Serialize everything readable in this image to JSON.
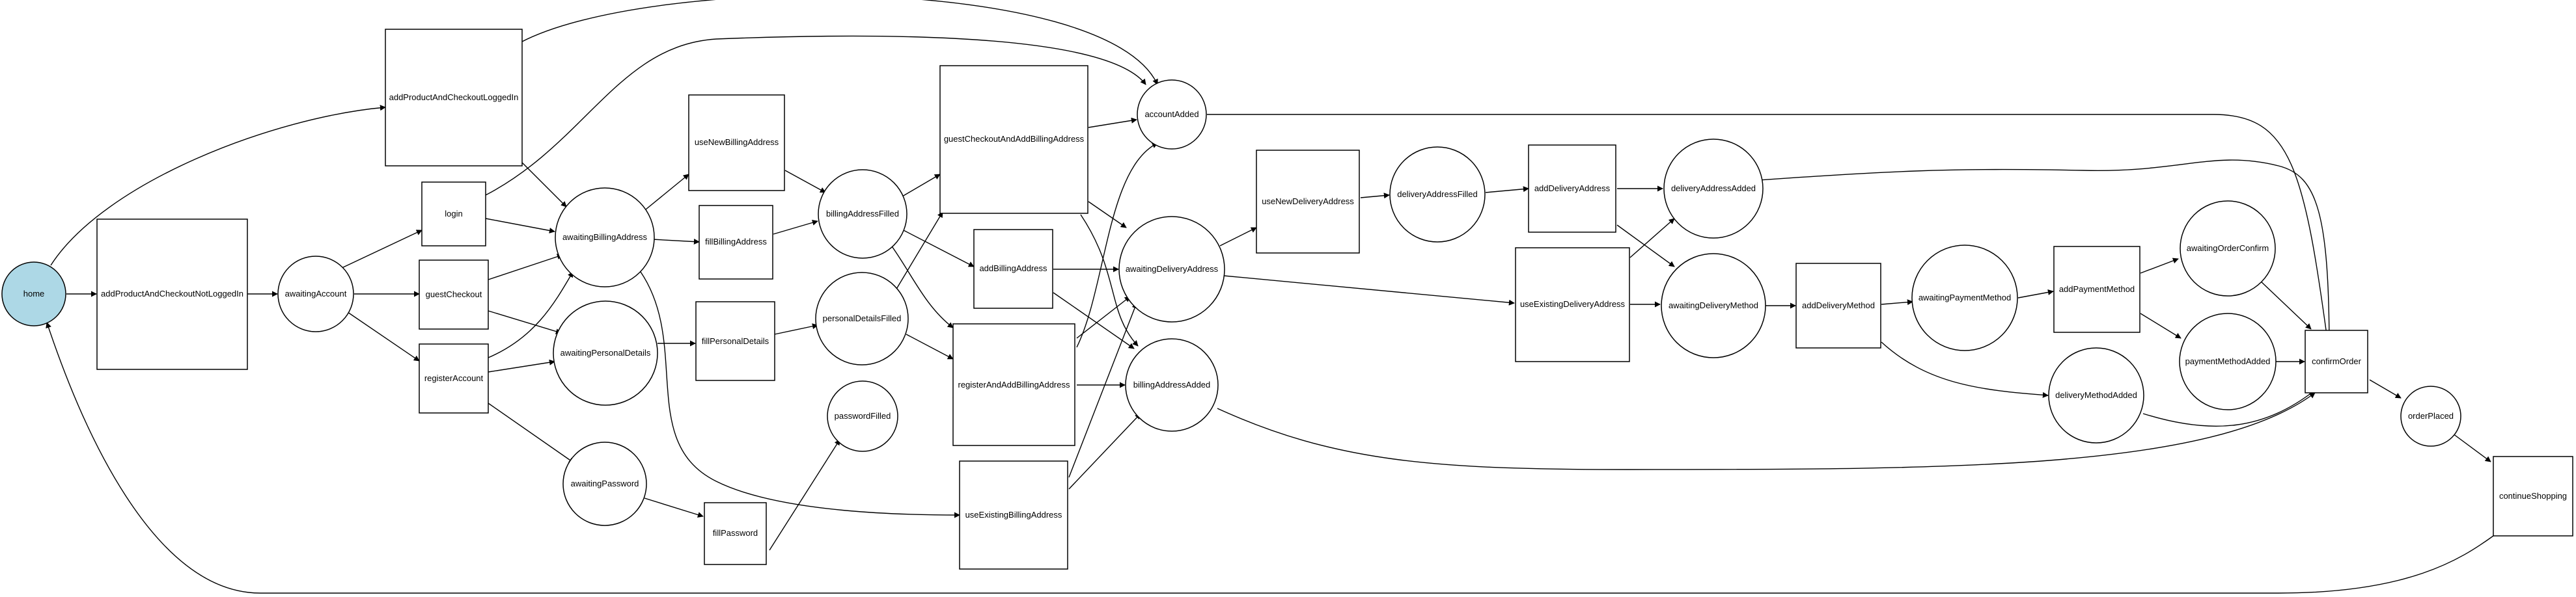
{
  "diagram": {
    "nodes": {
      "home": "home",
      "addProductAndCheckoutNotLoggedIn": "addProductAndCheckoutNotLoggedIn",
      "addProductAndCheckoutLoggedIn": "addProductAndCheckoutLoggedIn",
      "awaitingAccount": "awaitingAccount",
      "login": "login",
      "guestCheckout": "guestCheckout",
      "registerAccount": "registerAccount",
      "awaitingBillingAddress": "awaitingBillingAddress",
      "awaitingPersonalDetails": "awaitingPersonalDetails",
      "awaitingPassword": "awaitingPassword",
      "useNewBillingAddress": "useNewBillingAddress",
      "fillBillingAddress": "fillBillingAddress",
      "fillPersonalDetails": "fillPersonalDetails",
      "fillPassword": "fillPassword",
      "billingAddressFilled": "billingAddressFilled",
      "personalDetailsFilled": "personalDetailsFilled",
      "passwordFilled": "passwordFilled",
      "guestCheckoutAndAddBillingAddress": "guestCheckoutAndAddBillingAddress",
      "addBillingAddress": "addBillingAddress",
      "registerAndAddBillingAddress": "registerAndAddBillingAddress",
      "useExistingBillingAddress": "useExistingBillingAddress",
      "accountAdded": "accountAdded",
      "awaitingDeliveryAddress": "awaitingDeliveryAddress",
      "billingAddressAdded": "billingAddressAdded",
      "useNewDeliveryAddress": "useNewDeliveryAddress",
      "deliveryAddressFilled": "deliveryAddressFilled",
      "addDeliveryAddress": "addDeliveryAddress",
      "useExistingDeliveryAddress": "useExistingDeliveryAddress",
      "deliveryAddressAdded": "deliveryAddressAdded",
      "awaitingDeliveryMethod": "awaitingDeliveryMethod",
      "addDeliveryMethod": "addDeliveryMethod",
      "awaitingPaymentMethod": "awaitingPaymentMethod",
      "deliveryMethodAdded": "deliveryMethodAdded",
      "addPaymentMethod": "addPaymentMethod",
      "awaitingOrderConfirm": "awaitingOrderConfirm",
      "paymentMethodAdded": "paymentMethodAdded",
      "confirmOrder": "confirmOrder",
      "orderPlaced": "orderPlaced",
      "continueShopping": "continueShopping"
    },
    "colors": {
      "start_node_fill": "#add8e6",
      "stroke": "#000000",
      "background": "#ffffff"
    }
  }
}
